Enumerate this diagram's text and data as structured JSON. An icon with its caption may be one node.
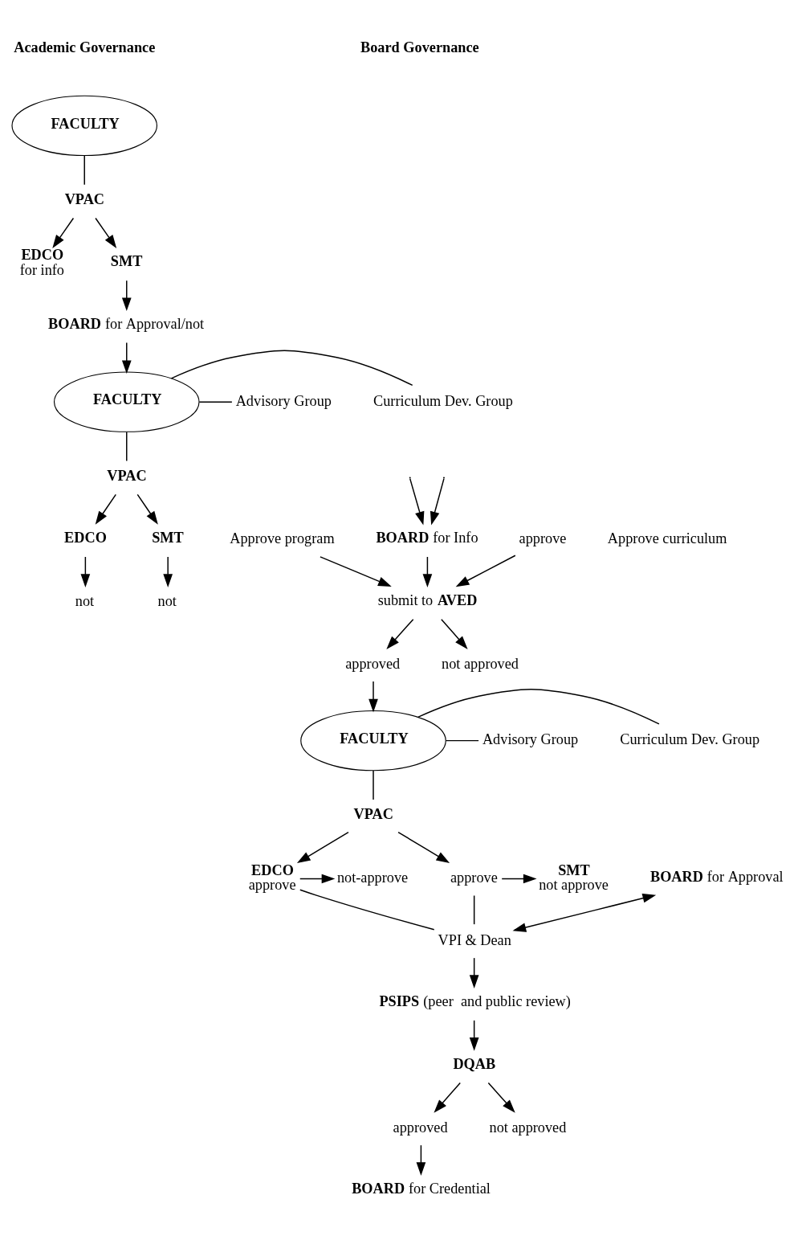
{
  "diagram": {
    "nodes": [
      {
        "text": [
          "FACULTY"
        ]
      },
      {
        "text": [
          "VPAC"
        ]
      },
      {
        "text": [
          "EDCO",
          "for info"
        ]
      },
      {
        "text": [
          "SMT"
        ]
      },
      {
        "text": [
          "**BOARD** for Approval/not"
        ]
      },
      {
        "text": [
          "FACULTY"
        ]
      },
      {
        "text": [
          "Curriculum Dev. Group"
        ]
      },
      {
        "text": [
          "Advisory Group"
        ]
      },
      {
        "text": [
          "VPAC"
        ]
      },
      {
        "text": [
          "EDCO"
        ]
      },
      {
        "text": [
          "Approve program"
        ]
      },
      {
        "text": [
          "Approve curriculum"
        ]
      },
      {
        "text": [
          "not"
        ]
      },
      {
        "text": [
          "**BOARD** for Info"
        ]
      },
      {
        "text": [
          "SMT"
        ]
      },
      {
        "text": [
          "approve"
        ]
      },
      {
        "text": [
          "not"
        ]
      },
      {
        "text": [
          "submit to **AVED**"
        ]
      },
      {
        "text": [
          "approved"
        ]
      },
      {
        "text": [
          "not approved"
        ]
      },
      {
        "text": [
          "FACULTY"
        ]
      },
      {
        "text": [
          "Curriculum Dev. Group"
        ]
      },
      {
        "text": [
          "Advisory Group"
        ]
      },
      {
        "text": [
          "VPAC"
        ]
      },
      {
        "text": [
          "EDCO",
          "approve"
        ]
      },
      {
        "text": [
          "not-approve"
        ]
      },
      {
        "text": [
          "**BOARD** for Approval"
        ]
      },
      {
        "text": [
          "approve"
        ]
      },
      {
        "text": [
          "SMT",
          "not approve"
        ]
      },
      {
        "text": [
          "VPI & Dean"
        ]
      },
      {
        "text": [
          "**PSIPS** (peer  and public review)"
        ]
      },
      {
        "text": [
          "DQAB"
        ]
      },
      {
        "text": [
          "approved"
        ]
      },
      {
        "text": [
          "not approved"
        ]
      },
      {
        "text": [
          "**BOARD** for Credential"
        ]
      }
    ],
    "edges": [
      {
        "from": 0,
        "to": 1,
        "arrow": "none"
      },
      {
        "from": 1,
        "to": 2,
        "arrow": "to"
      },
      {
        "from": 1,
        "to": 3,
        "arrow": "to"
      },
      {
        "from": 3,
        "to": 4,
        "arrow": "to"
      },
      {
        "from": 4,
        "to": 5,
        "arrow": "to"
      },
      {
        "from": 5,
        "to": 6,
        "arrow": "none"
      },
      {
        "from": 5,
        "to": 7,
        "arrow": "none"
      },
      {
        "from": 5,
        "to": 8,
        "arrow": "none"
      },
      {
        "from": 8,
        "to": 9,
        "arrow": "to"
      },
      {
        "from": 8,
        "to": 14,
        "arrow": "to"
      },
      {
        "from": null,
        "to": 13,
        "arrow": "to"
      },
      {
        "from": null,
        "to": 13,
        "arrow": "to"
      },
      {
        "from": 9,
        "to": 12,
        "arrow": "to"
      },
      {
        "from": 10,
        "to": 17,
        "arrow": "to"
      },
      {
        "from": 13,
        "to": 17,
        "arrow": "to"
      },
      {
        "from": 15,
        "to": 17,
        "arrow": "to"
      },
      {
        "from": 14,
        "to": 16,
        "arrow": "to"
      },
      {
        "from": 17,
        "to": 18,
        "arrow": "to"
      },
      {
        "from": 17,
        "to": 19,
        "arrow": "to"
      },
      {
        "from": 18,
        "to": 20,
        "arrow": "to"
      },
      {
        "from": 20,
        "to": 21,
        "arrow": "none"
      },
      {
        "from": 20,
        "to": 22,
        "arrow": "none"
      },
      {
        "from": 20,
        "to": 23,
        "arrow": "none"
      },
      {
        "from": 23,
        "to": 24,
        "arrow": "to"
      },
      {
        "from": 23,
        "to": 27,
        "arrow": "to"
      },
      {
        "from": 24,
        "to": 25,
        "arrow": "to"
      },
      {
        "from": 27,
        "to": 28,
        "arrow": "to"
      },
      {
        "from": 24,
        "to": 29,
        "arrow": "none"
      },
      {
        "from": 27,
        "to": 29,
        "arrow": "none"
      },
      {
        "from": 26,
        "to": 29,
        "arrow": "both"
      },
      {
        "from": 29,
        "to": 30,
        "arrow": "to"
      },
      {
        "from": 30,
        "to": 31,
        "arrow": "to"
      },
      {
        "from": 31,
        "to": 32,
        "arrow": "to"
      },
      {
        "from": 31,
        "to": 33,
        "arrow": "to"
      },
      {
        "from": 32,
        "to": 34,
        "arrow": "to"
      }
    ],
    "labels": [
      "Academic Governance",
      "Board Governance"
    ]
  }
}
